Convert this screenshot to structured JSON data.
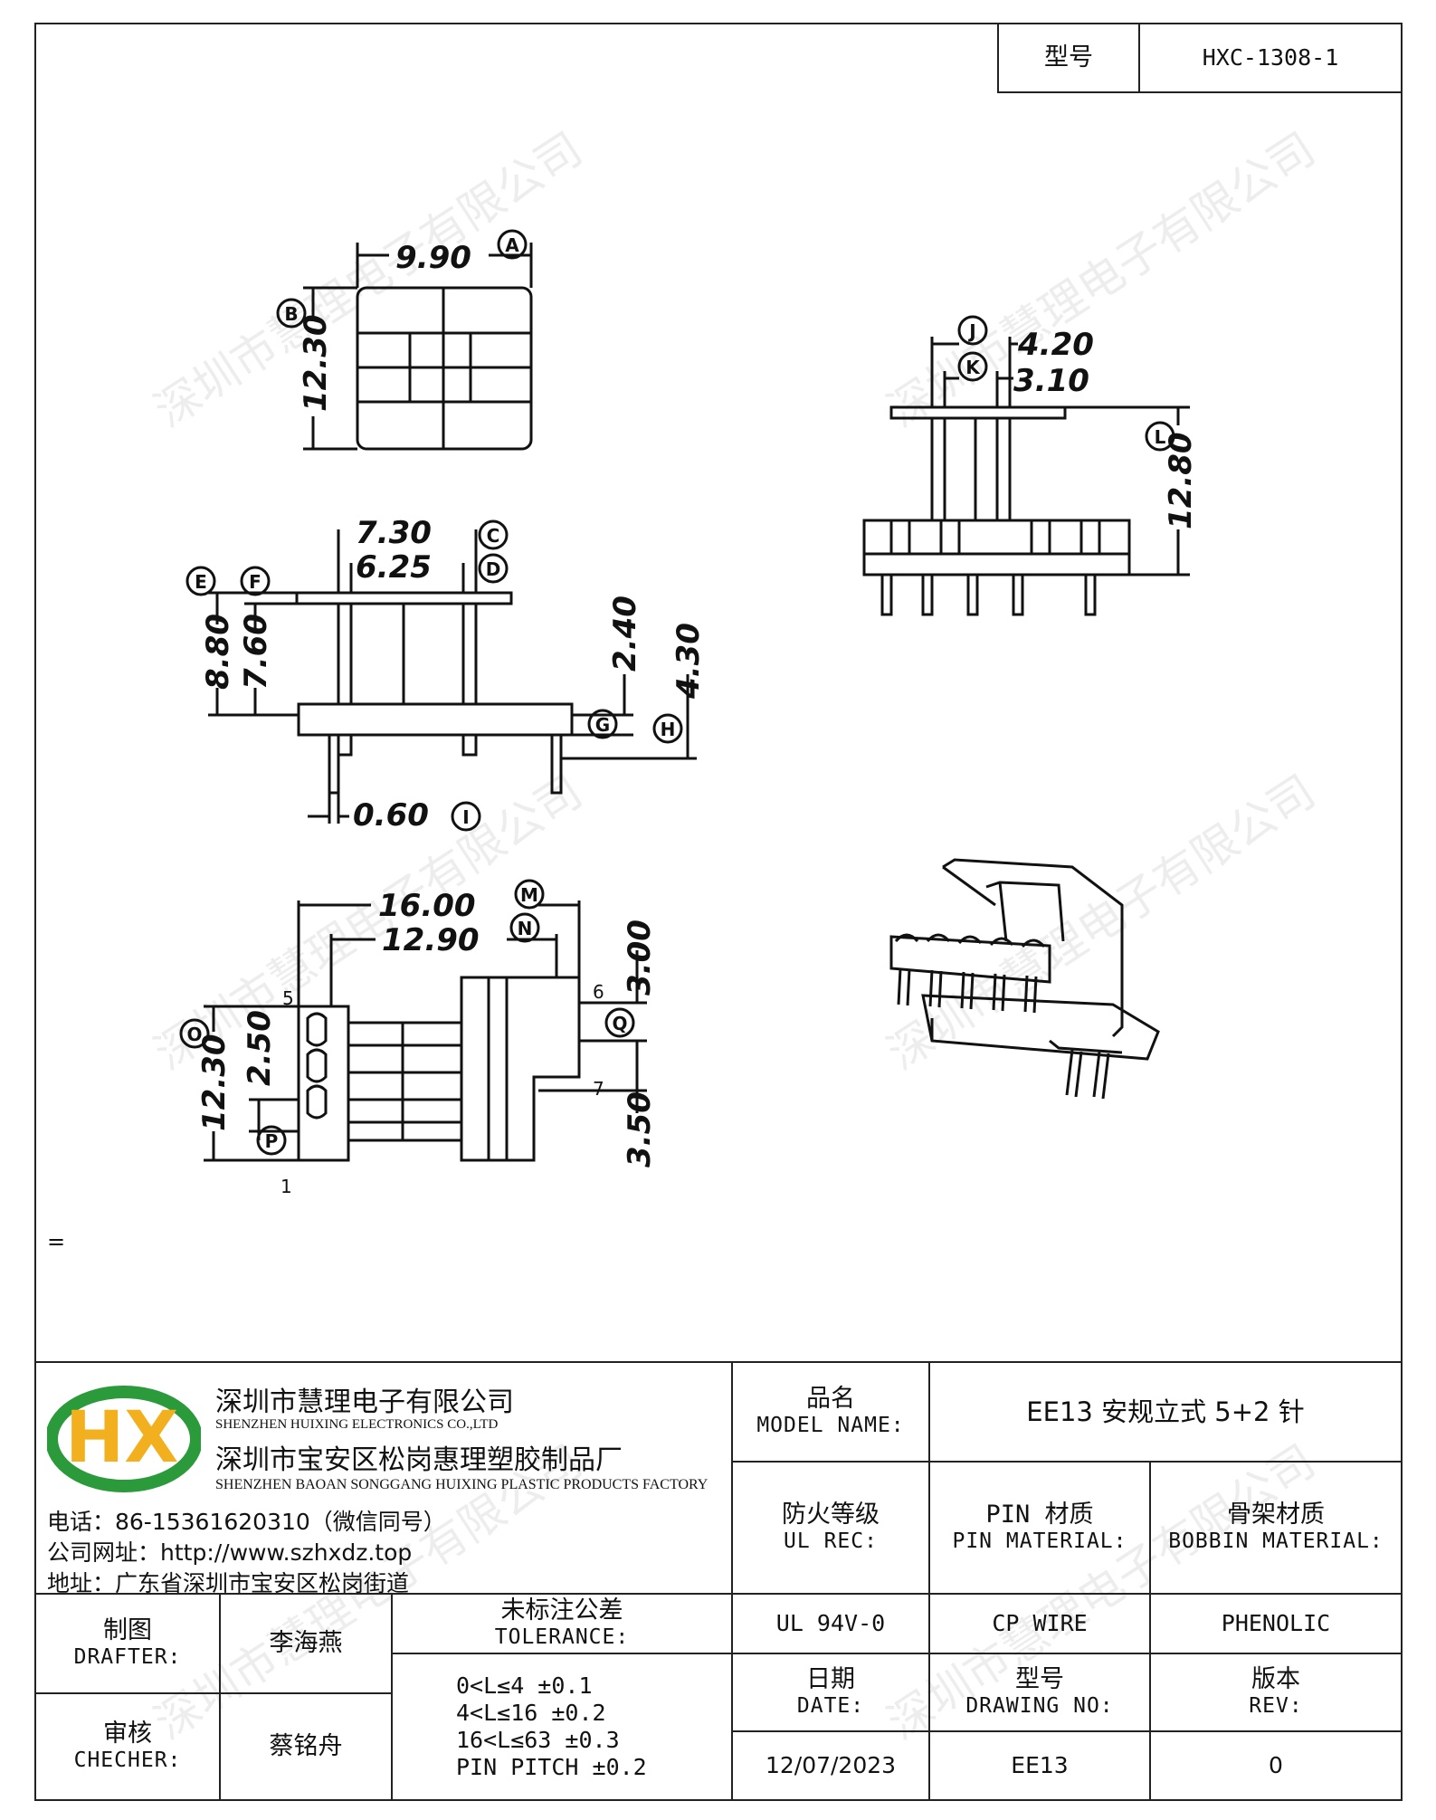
{
  "header": {
    "model_label": "型号",
    "model_value": "HXC-1308-1"
  },
  "dimensions": {
    "a": "9.90",
    "b": "12.30",
    "c": "7.30",
    "d": "6.25",
    "e": "8.80",
    "f": "7.60",
    "g": "2.40",
    "h": "4.30",
    "i": "0.60",
    "j": "4.20",
    "k": "3.10",
    "l": "12.80",
    "m": "16.00",
    "n": "12.90",
    "o": "12.30",
    "p": "2.50",
    "q": "3.00",
    "q2": "3.50"
  },
  "callouts": {
    "a": "A",
    "b": "B",
    "c": "C",
    "d": "D",
    "e": "E",
    "f": "F",
    "g": "G",
    "h": "H",
    "i": "I",
    "j": "J",
    "k": "K",
    "l": "L",
    "m": "M",
    "n": "N",
    "o": "O",
    "p": "P",
    "q": "Q"
  },
  "pins": {
    "p1": "1",
    "p5": "5",
    "p6": "6",
    "p7": "7"
  },
  "equals_mark": "=",
  "watermark": "深圳市慧理电子有限公司",
  "company": {
    "name_cn": "深圳市慧理电子有限公司",
    "name_en": "SHENZHEN HUIXING ELECTRONICS CO.,LTD",
    "factory_cn": "深圳市宝安区松岗惠理塑胶制品厂",
    "factory_en": "SHENZHEN BAOAN SONGGANG HUIXING PLASTIC PRODUCTS FACTORY",
    "phone": "电话：86-15361620310（微信同号）",
    "website": "公司网址：http://www.szhxdz.top",
    "address": "地址：广东省深圳市宝安区松岗街道",
    "logo_text": "HX"
  },
  "title_block": {
    "model_name_cn": "品名",
    "model_name_en": "MODEL NAME:",
    "model_name_value": "EE13 安规立式 5+2 针",
    "ul_cn": "防火等级",
    "ul_en": "UL REC:",
    "pin_mat_cn": "PIN 材质",
    "pin_mat_en": "PIN MATERIAL:",
    "bobbin_mat_cn": "骨架材质",
    "bobbin_mat_en": "BOBBIN MATERIAL:",
    "ul_value": "UL 94V-0",
    "pin_value": "CP WIRE",
    "bobbin_value": "PHENOLIC",
    "drafter_cn": "制图",
    "drafter_en": "DRAFTER:",
    "drafter_name": "李海燕",
    "checker_cn": "审核",
    "checker_en": "CHECHER:",
    "checker_name": "蔡铭舟",
    "tol_cn": "未标注公差",
    "tol_en": "TOLERANCE:",
    "tol_lines": [
      "0<L≤4  ±0.1",
      "4<L≤16 ±0.2",
      "16<L≤63 ±0.3",
      "PIN PITCH ±0.2"
    ],
    "date_cn": "日期",
    "date_en": "DATE:",
    "date_value": "12/07/2023",
    "dwg_cn": "型号",
    "dwg_en": "DRAWING NO:",
    "dwg_value": "EE13",
    "rev_cn": "版本",
    "rev_en": "REV:",
    "rev_value": "0"
  }
}
